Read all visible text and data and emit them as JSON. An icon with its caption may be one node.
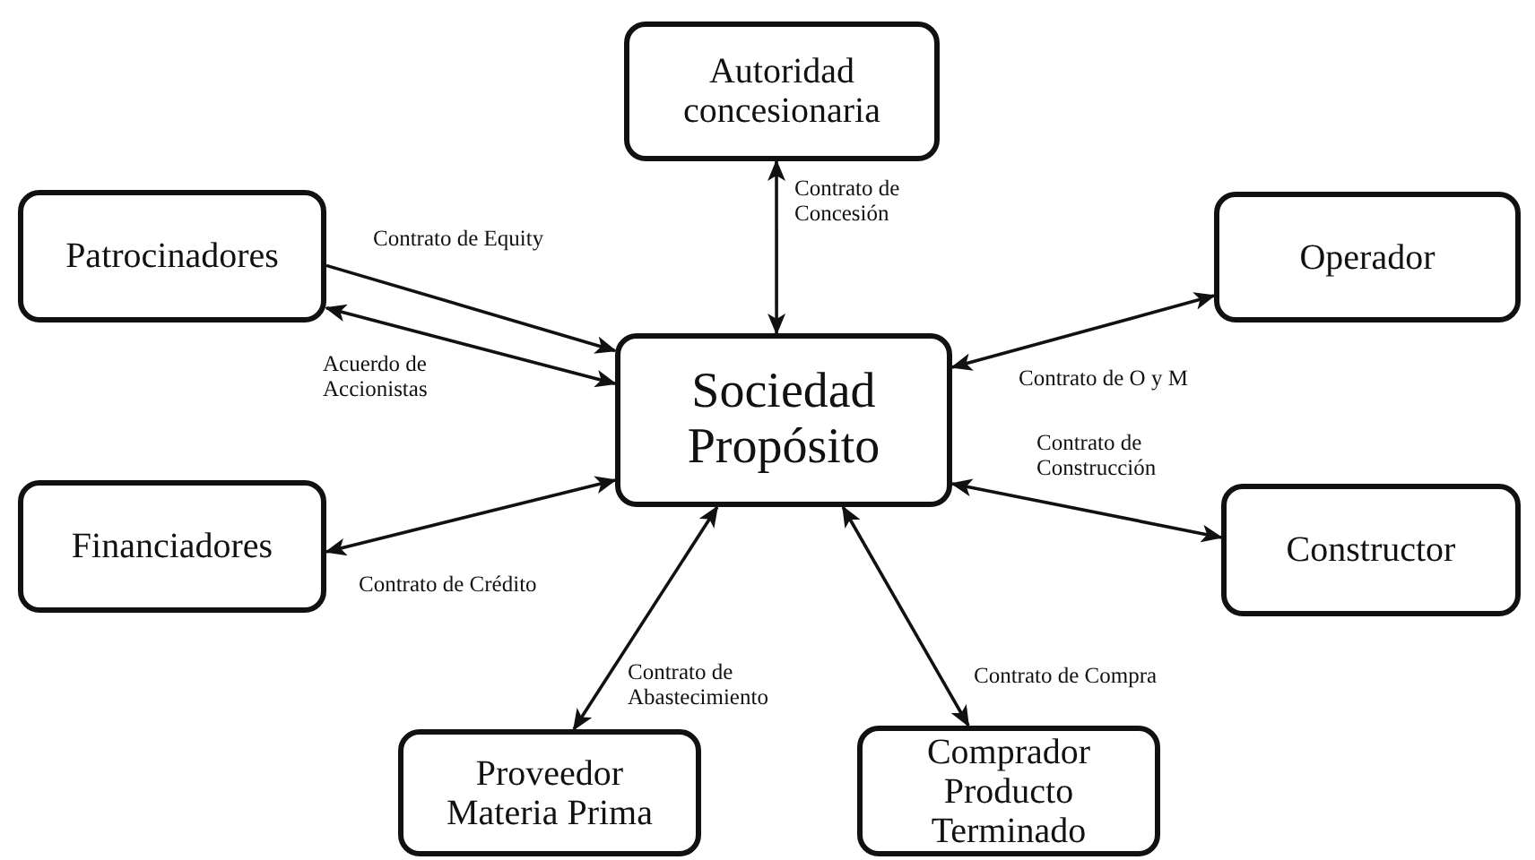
{
  "diagram": {
    "nodes": [
      {
        "text": [
          "Autoridad concesionaria"
        ]
      },
      {
        "text": [
          "Patrocinadores"
        ]
      },
      {
        "text": [
          "Operador"
        ]
      },
      {
        "text": [
          "Sociedad Propósito"
        ]
      },
      {
        "text": [
          "Financiadores"
        ]
      },
      {
        "text": [
          "Constructor"
        ]
      },
      {
        "text": [
          "Proveedor Materia Prima"
        ]
      },
      {
        "text": [
          "Comprador Producto Terminado"
        ]
      }
    ],
    "edges": [
      {
        "from": 1,
        "to": 3,
        "arrow": "to",
        "label": "Contrato de Equity"
      },
      {
        "from": 1,
        "to": 3,
        "arrow": "both",
        "label": "Acuerdo de Accionistas"
      },
      {
        "from": 0,
        "to": 3,
        "arrow": "both",
        "label": "Contrato de Concesión"
      },
      {
        "from": 3,
        "to": 2,
        "arrow": "both",
        "label": "Contrato de O y M"
      },
      {
        "from": 3,
        "to": 5,
        "arrow": "both",
        "label": "Contrato de Construcción"
      },
      {
        "from": 4,
        "to": 3,
        "arrow": "both",
        "label": "Contrato de Crédito"
      },
      {
        "from": 6,
        "to": 3,
        "arrow": "both",
        "label": "Contrato de Abastecimiento"
      },
      {
        "from": 7,
        "to": 3,
        "arrow": "both",
        "label": "Contrato de Compra"
      }
    ]
  }
}
